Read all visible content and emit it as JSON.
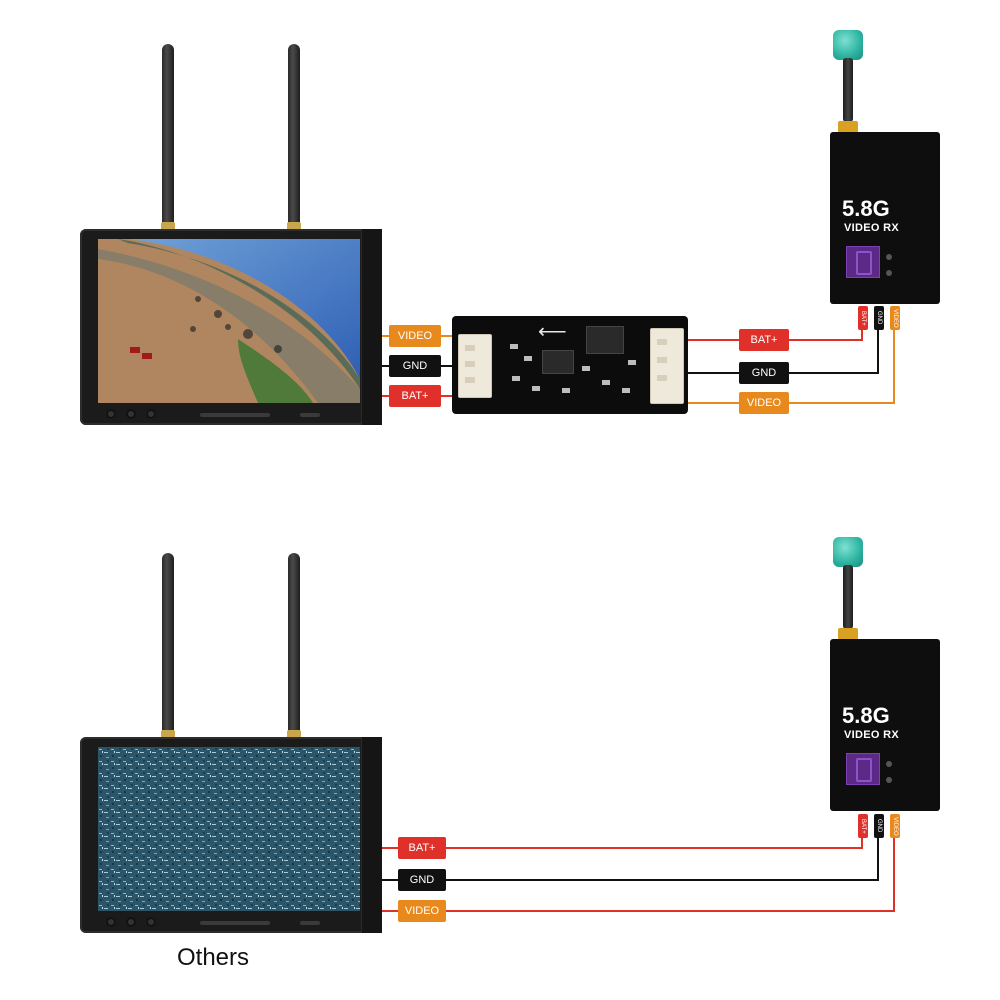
{
  "labels": {
    "video": "VIDEO",
    "gnd": "GND",
    "bat": "BAT+"
  },
  "receiver": {
    "frequency": "5.8G",
    "title": "VIDEO RX",
    "pin_bat": "BAT+",
    "pin_gnd": "GND",
    "pin_video": "VIDEO"
  },
  "caption": "Others",
  "colors": {
    "video": "#e8891d",
    "gnd": "#111111",
    "bat": "#e0302a",
    "antenna_cap": "#2bb3a0"
  },
  "icons": {
    "direction": "arrow-left-icon"
  }
}
